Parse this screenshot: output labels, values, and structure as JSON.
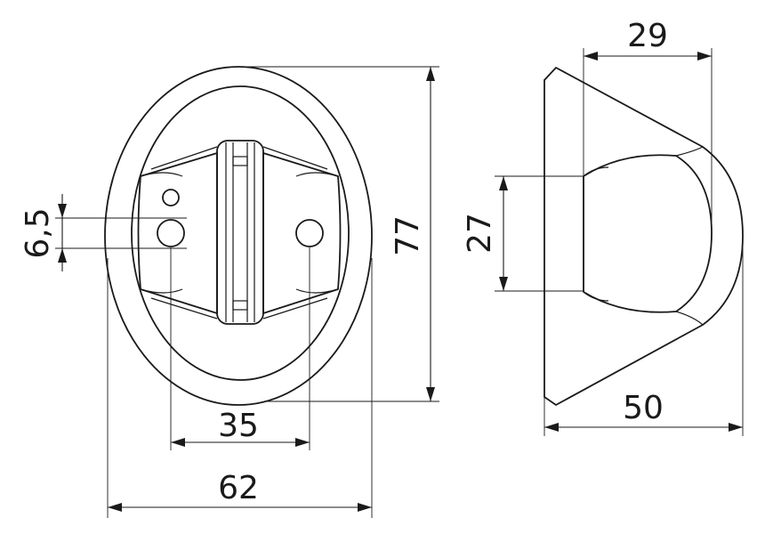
{
  "dimensions": {
    "top_width": "29",
    "hole_spacing": "6,5",
    "height_front": "77",
    "height_side": "27",
    "hole_distance": "35",
    "width_front": "62",
    "width_side": "50"
  }
}
